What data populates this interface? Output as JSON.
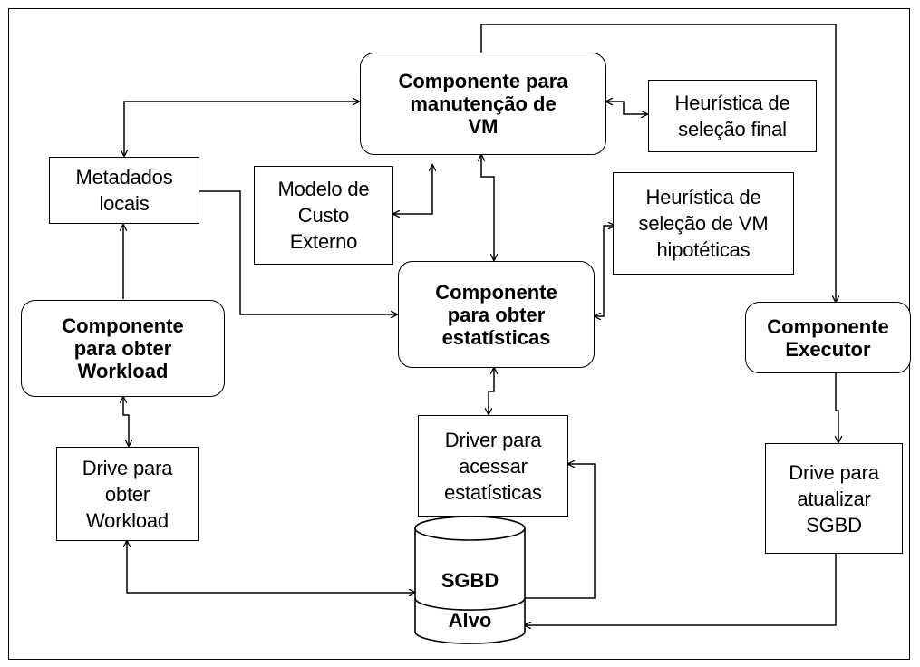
{
  "nodes": {
    "comp_manutencao": "Componente para\nmanutenção de\nVM",
    "heur_final": "Heurística de\nseleção final",
    "metadados": "Metadados\nlocais",
    "modelo_custo": "Modelo de\nCusto\nExterno",
    "heur_hipoteticas": "Heurística de\nseleção de VM\nhipotéticas",
    "comp_estatisticas": "Componente\npara obter\nestatísticas",
    "comp_workload": "Componente\npara obter\nWorkload",
    "comp_executor": "Componente\nExecutor",
    "driver_estatisticas": "Driver para\nacessar\nestatísticas",
    "drive_workload": "Drive para\nobter\nWorkload",
    "drive_sgbd": "Drive para\natualizar\nSGBD",
    "sgbd_line1": "SGBD",
    "sgbd_line2": "Alvo"
  }
}
